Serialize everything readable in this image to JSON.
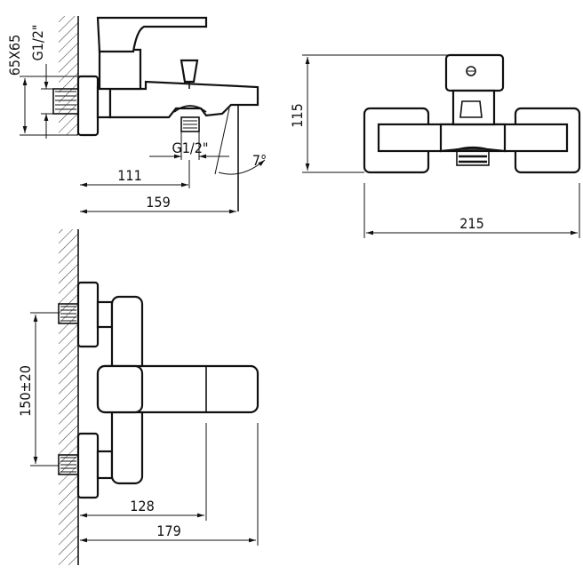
{
  "dimensions": {
    "wall_plate": "65X65",
    "thread_top": "G1/2\"",
    "thread_outlet": "G1/2\"",
    "spout_reach": "111",
    "overall_depth_side": "159",
    "angle": "7°",
    "height": "115",
    "width": "215",
    "center_distance": "150±20",
    "body_depth": "128",
    "overall_depth_top": "179"
  }
}
